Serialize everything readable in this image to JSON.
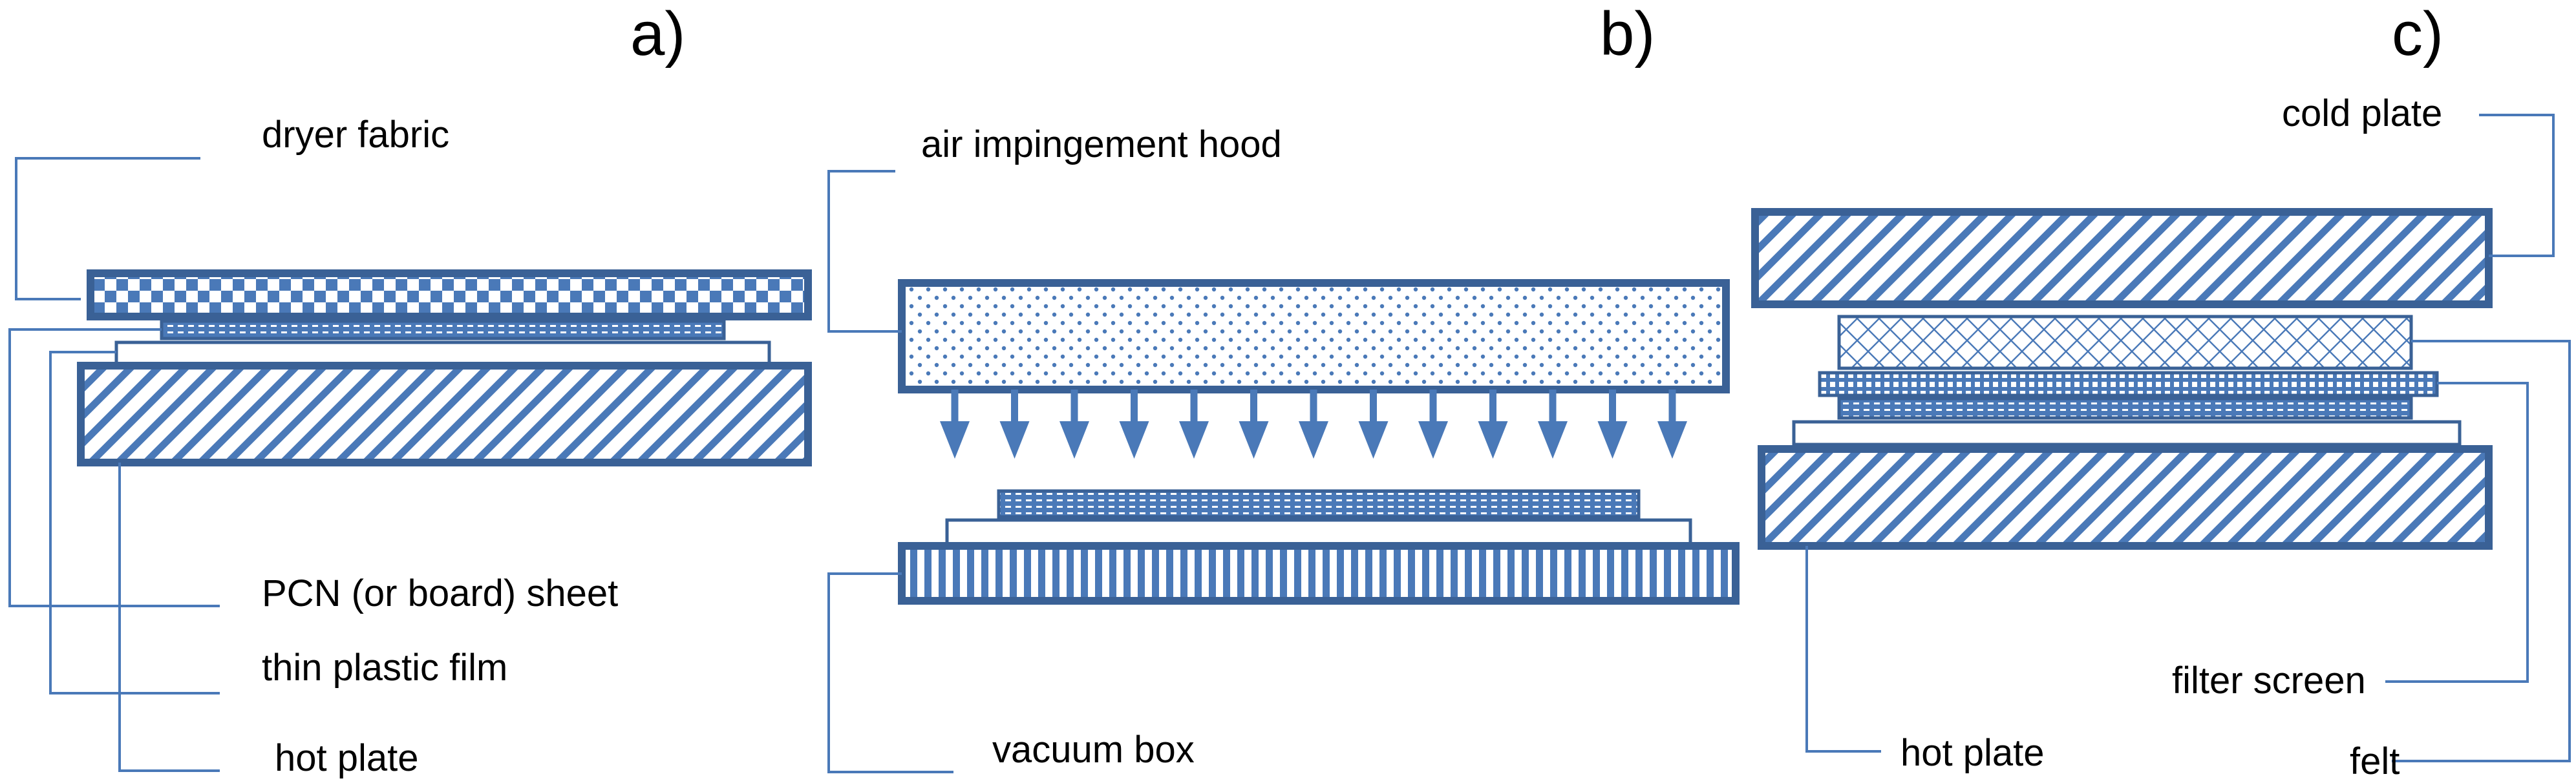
{
  "panels": {
    "a": "a)",
    "b": "b)",
    "c": "c)"
  },
  "labels": {
    "a": {
      "dryer_fabric": "dryer fabric",
      "pcn_sheet": "PCN (or board) sheet",
      "plastic_film": "thin plastic film",
      "hot_plate": "hot plate"
    },
    "b": {
      "hood": "air impingement hood",
      "vacuum_box": "vacuum box"
    },
    "c": {
      "cold_plate": "cold plate",
      "filter_screen": "filter screen",
      "hot_plate": "hot plate",
      "felt": "felt"
    }
  },
  "colors": {
    "border": "#3a6196",
    "hatch": "#4a79b8",
    "leader": "#4a79b8",
    "arrow": "#4a79b8",
    "film_fill": "#ffffff"
  },
  "arrow_count": 13
}
